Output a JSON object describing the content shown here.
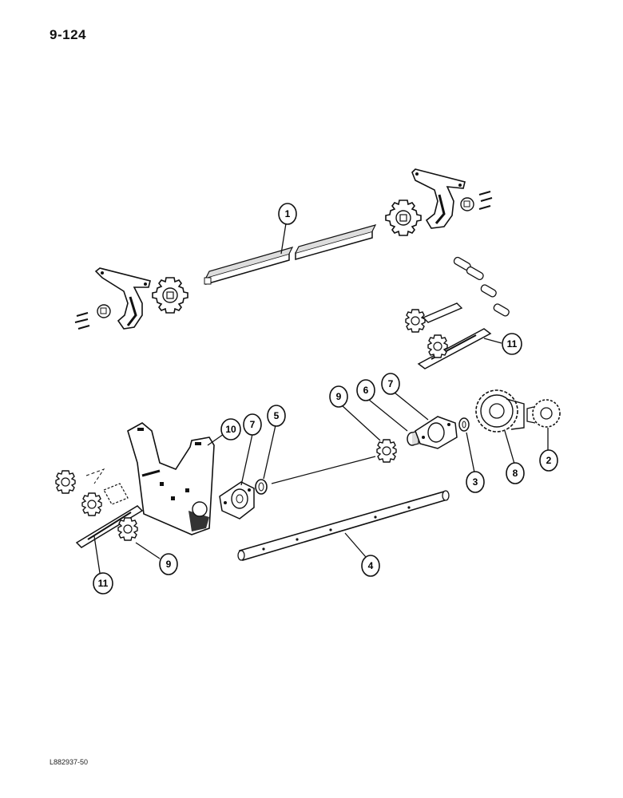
{
  "page_number": "9-124",
  "figure_code": "L882937-50",
  "callouts": [
    {
      "id": "1",
      "label": "1"
    },
    {
      "id": "2",
      "label": "2"
    },
    {
      "id": "3",
      "label": "3"
    },
    {
      "id": "4",
      "label": "4"
    },
    {
      "id": "5",
      "label": "5"
    },
    {
      "id": "6",
      "label": "6"
    },
    {
      "id": "7a",
      "label": "7"
    },
    {
      "id": "7b",
      "label": "7"
    },
    {
      "id": "8",
      "label": "8"
    },
    {
      "id": "9a",
      "label": "9"
    },
    {
      "id": "9b",
      "label": "9"
    },
    {
      "id": "10",
      "label": "10"
    },
    {
      "id": "11a",
      "label": "11"
    },
    {
      "id": "11b",
      "label": "11"
    }
  ]
}
